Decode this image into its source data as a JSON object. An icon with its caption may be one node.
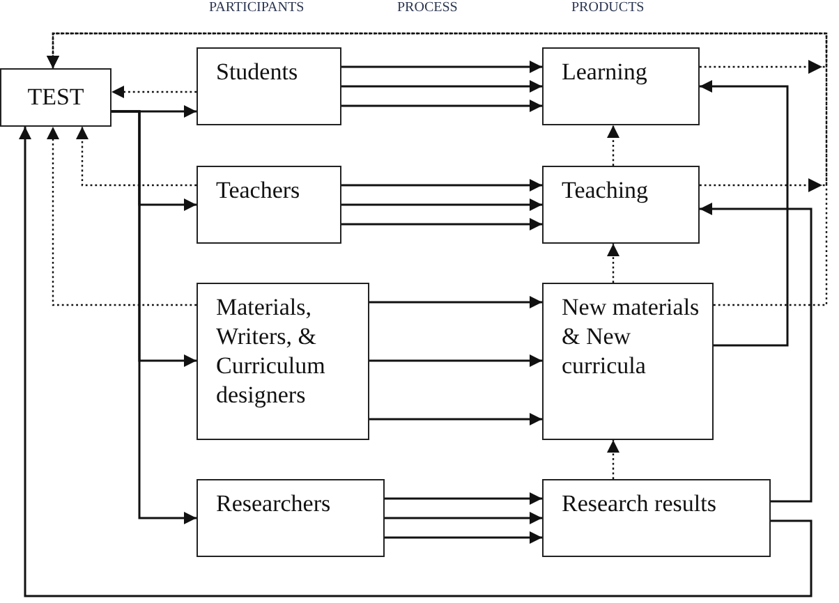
{
  "diagram": {
    "nodes": [
      {
        "text": [
          "TEST"
        ]
      },
      {
        "text": [
          "Students"
        ]
      },
      {
        "text": [
          "Learning"
        ]
      },
      {
        "text": [
          "Teachers"
        ]
      },
      {
        "text": [
          "Teaching"
        ]
      },
      {
        "text": [
          "Materials, Writers, & Curriculum designers"
        ]
      },
      {
        "text": [
          "New materials & New curricula"
        ]
      },
      {
        "text": [
          "Researchers"
        ]
      },
      {
        "text": [
          "Research results"
        ]
      }
    ],
    "edges": [
      {
        "from": 0,
        "to": 1,
        "arrow": "to"
      },
      {
        "from": 0,
        "to": 3,
        "arrow": "to"
      },
      {
        "from": 0,
        "to": 5,
        "arrow": "to"
      },
      {
        "from": 0,
        "to": 7,
        "arrow": "to"
      },
      {
        "from": 1,
        "to": 2,
        "arrow": "to"
      },
      {
        "from": 1,
        "to": 2,
        "arrow": "to"
      },
      {
        "from": 1,
        "to": 2,
        "arrow": "to"
      },
      {
        "from": 3,
        "to": 4,
        "arrow": "to"
      },
      {
        "from": 3,
        "to": 4,
        "arrow": "to"
      },
      {
        "from": 3,
        "to": 4,
        "arrow": "to"
      },
      {
        "from": 5,
        "to": 6,
        "arrow": "to"
      },
      {
        "from": 5,
        "to": 6,
        "arrow": "to"
      },
      {
        "from": 5,
        "to": 6,
        "arrow": "to"
      },
      {
        "from": 7,
        "to": 8,
        "arrow": "to"
      },
      {
        "from": 7,
        "to": 8,
        "arrow": "to"
      },
      {
        "from": 7,
        "to": 8,
        "arrow": "to"
      },
      {
        "from": 1,
        "to": 0,
        "arrow": "to",
        "style": "dashed"
      },
      {
        "from": 3,
        "to": 0,
        "arrow": "to",
        "style": "dashed"
      },
      {
        "from": 5,
        "to": 0,
        "arrow": "to",
        "style": "dashed"
      },
      {
        "from": 2,
        "to": 0,
        "arrow": "to",
        "style": "dashed"
      },
      {
        "from": 4,
        "to": 0,
        "arrow": "to",
        "style": "dashed"
      },
      {
        "from": 6,
        "to": 0,
        "arrow": "to",
        "style": "dashed"
      },
      {
        "from": 4,
        "to": 2,
        "arrow": "to",
        "style": "dashed"
      },
      {
        "from": 6,
        "to": 4,
        "arrow": "to",
        "style": "dashed"
      },
      {
        "from": 8,
        "to": 6,
        "arrow": "to",
        "style": "dashed"
      },
      {
        "from": 6,
        "to": 2,
        "arrow": "to"
      },
      {
        "from": 8,
        "to": 4,
        "arrow": "to"
      },
      {
        "from": 8,
        "to": 0,
        "arrow": "to"
      }
    ],
    "labels": [
      "PARTICIPANTS",
      "PROCESS",
      "PRODUCTS"
    ]
  }
}
